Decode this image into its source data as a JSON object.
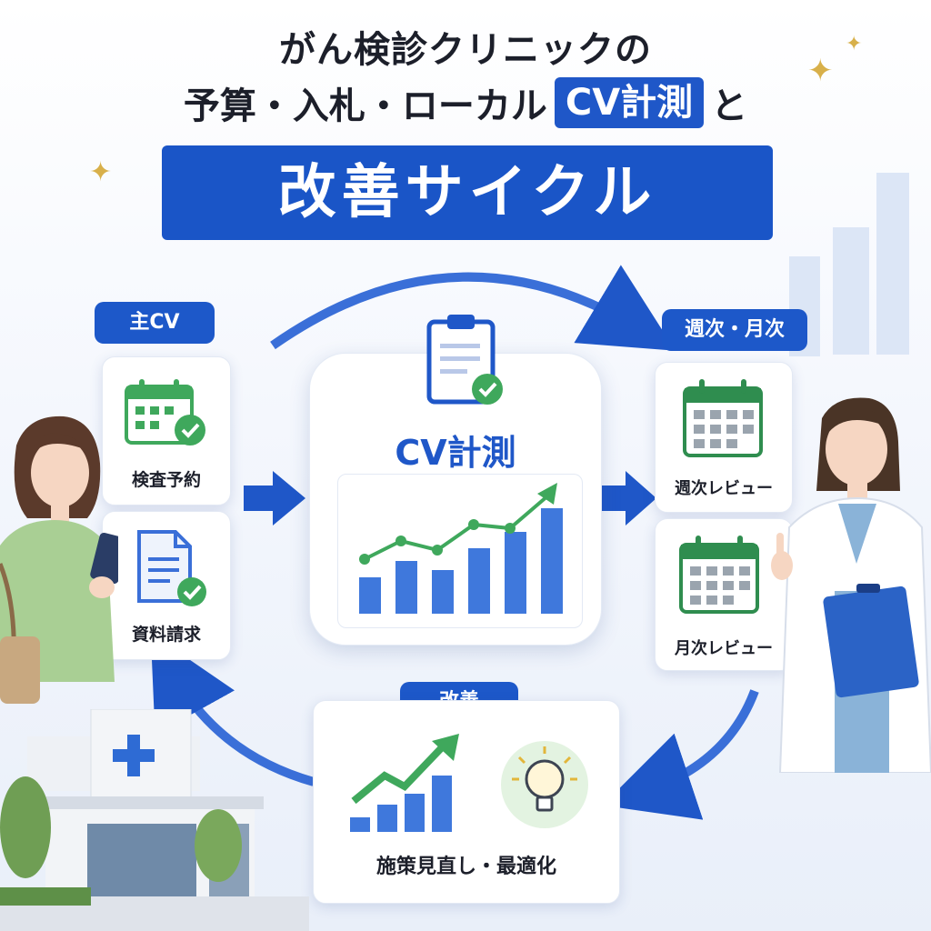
{
  "title": {
    "line1": "がん検診クリニックの",
    "line2_pre": "予算・入札・ローカル",
    "line2_highlight": "CV計測",
    "line2_post": "と",
    "banner": "改善サイクル"
  },
  "left": {
    "pill": "主CV",
    "items": [
      {
        "label": "検査予約",
        "icon": "calendar-check-icon"
      },
      {
        "label": "資料請求",
        "icon": "document-check-icon"
      }
    ]
  },
  "center": {
    "title": "CV計測",
    "icon": "clipboard-check-icon"
  },
  "right": {
    "pill": "週次・月次",
    "items": [
      {
        "label": "週次レビュー",
        "icon": "calendar-icon"
      },
      {
        "label": "月次レビュー",
        "icon": "calendar-icon"
      }
    ]
  },
  "bottom": {
    "pill": "改善",
    "label": "施策見直し・最適化",
    "icons": [
      "growth-chart-icon",
      "lightbulb-icon"
    ]
  },
  "colors": {
    "primary": "#1f57c8",
    "green": "#3fa85c",
    "accent_gold": "#d8b04a"
  }
}
